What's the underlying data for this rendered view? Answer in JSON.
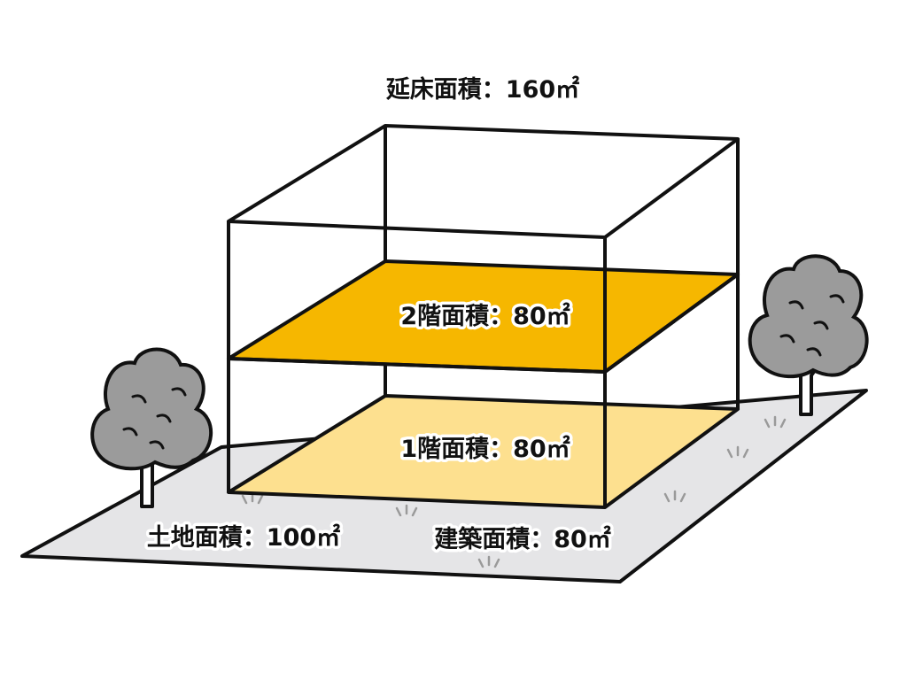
{
  "labels": {
    "total_floor_area": "延床面積：160㎡",
    "second_floor_area": "2階面積：80㎡",
    "first_floor_area": "1階面積：80㎡",
    "land_area": "土地面積：100㎡",
    "building_area": "建築面積：80㎡"
  },
  "colors": {
    "second_floor": "#F6B700",
    "first_floor": "#FDE08F",
    "ground": "#E5E5E7",
    "tree": "#9B9B9B"
  }
}
